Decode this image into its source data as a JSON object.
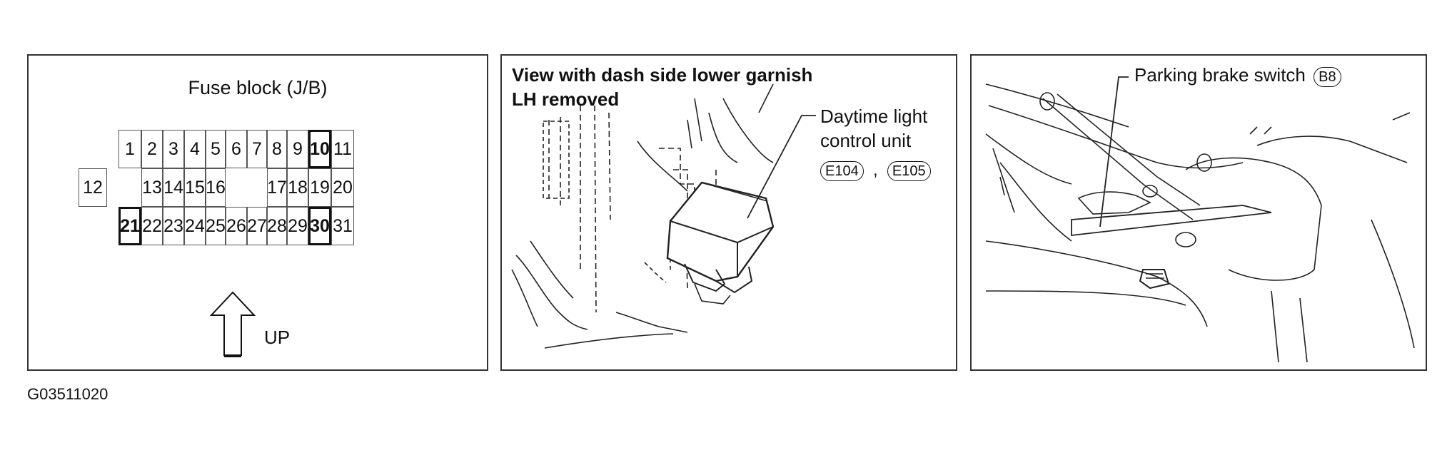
{
  "fuse_panel": {
    "title": "Fuse block (J/B)",
    "row1": [
      "1",
      "2",
      "3",
      "4",
      "5",
      "6",
      "7",
      "8",
      "9",
      "10",
      "11"
    ],
    "row2": [
      "12",
      "13",
      "14",
      "15",
      "16",
      "17",
      "18",
      "19",
      "20"
    ],
    "row3": [
      "21",
      "22",
      "23",
      "24",
      "25",
      "26",
      "27",
      "28",
      "29",
      "30",
      "31"
    ],
    "direction_label": "UP"
  },
  "view_panel": {
    "title_line1": "View with dash side lower garnish",
    "title_line2": "LH removed",
    "callout_line1": "Daytime light",
    "callout_line2": "control unit",
    "connector1": "E104",
    "separator": ",",
    "connector2": "E105"
  },
  "brake_panel": {
    "callout": "Parking brake switch",
    "connector": "B8"
  },
  "figure_id": "G03511020"
}
